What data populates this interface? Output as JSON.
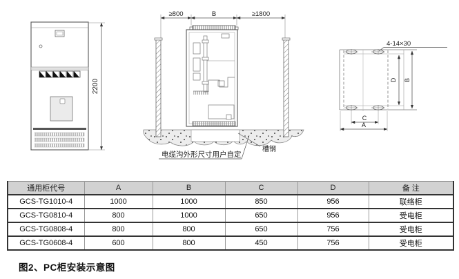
{
  "figure": {
    "caption": "图2、PC柜安装示意图"
  },
  "front_view": {
    "height_dim": "2200"
  },
  "side_view": {
    "left_clearance": "≥800",
    "width_dim": "B",
    "right_clearance": "≥1800",
    "channel_steel_label": "槽钢",
    "cable_trench_label": "电缆沟外形尺寸用户自定"
  },
  "plan_view": {
    "holes_label": "4-14×30",
    "dim_a": "A",
    "dim_b": "B",
    "dim_c": "C",
    "dim_d": "D"
  },
  "table": {
    "headers": [
      "通用柜代号",
      "A",
      "B",
      "C",
      "D",
      "备 注"
    ],
    "rows": [
      {
        "model": "GCS-TG1010-4",
        "a": "1000",
        "b": "1000",
        "c": "850",
        "d": "956",
        "note": "联络柜"
      },
      {
        "model": "GCS-TG0810-4",
        "a": "800",
        "b": "1000",
        "c": "650",
        "d": "956",
        "note": "受电柜"
      },
      {
        "model": "GCS-TG0808-4",
        "a": "800",
        "b": "800",
        "c": "650",
        "d": "756",
        "note": "受电柜"
      },
      {
        "model": "GCS-TG0608-4",
        "a": "600",
        "b": "800",
        "c": "450",
        "d": "756",
        "note": "受电柜"
      }
    ]
  },
  "colors": {
    "line": "#555555",
    "table_header_bg": "#d2d2d2",
    "concrete_fill": "#ededed",
    "panel_fill": "#ebebeb"
  }
}
